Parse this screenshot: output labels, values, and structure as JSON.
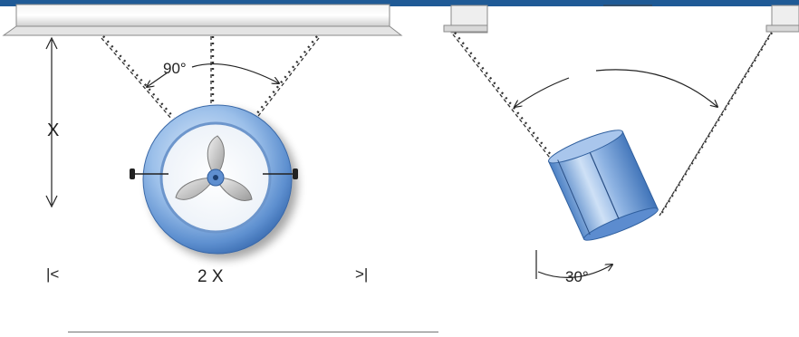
{
  "left_diagram": {
    "height_label": "X",
    "width_label": "2 X",
    "width_left_marker": "|<",
    "width_right_marker": ">|",
    "angle_label": "90°"
  },
  "right_diagram": {
    "tilt_label": "30°"
  },
  "colors": {
    "header_bar": "#1f5a96",
    "fan_ring": "#6f9ed6",
    "chain": "#333333"
  }
}
